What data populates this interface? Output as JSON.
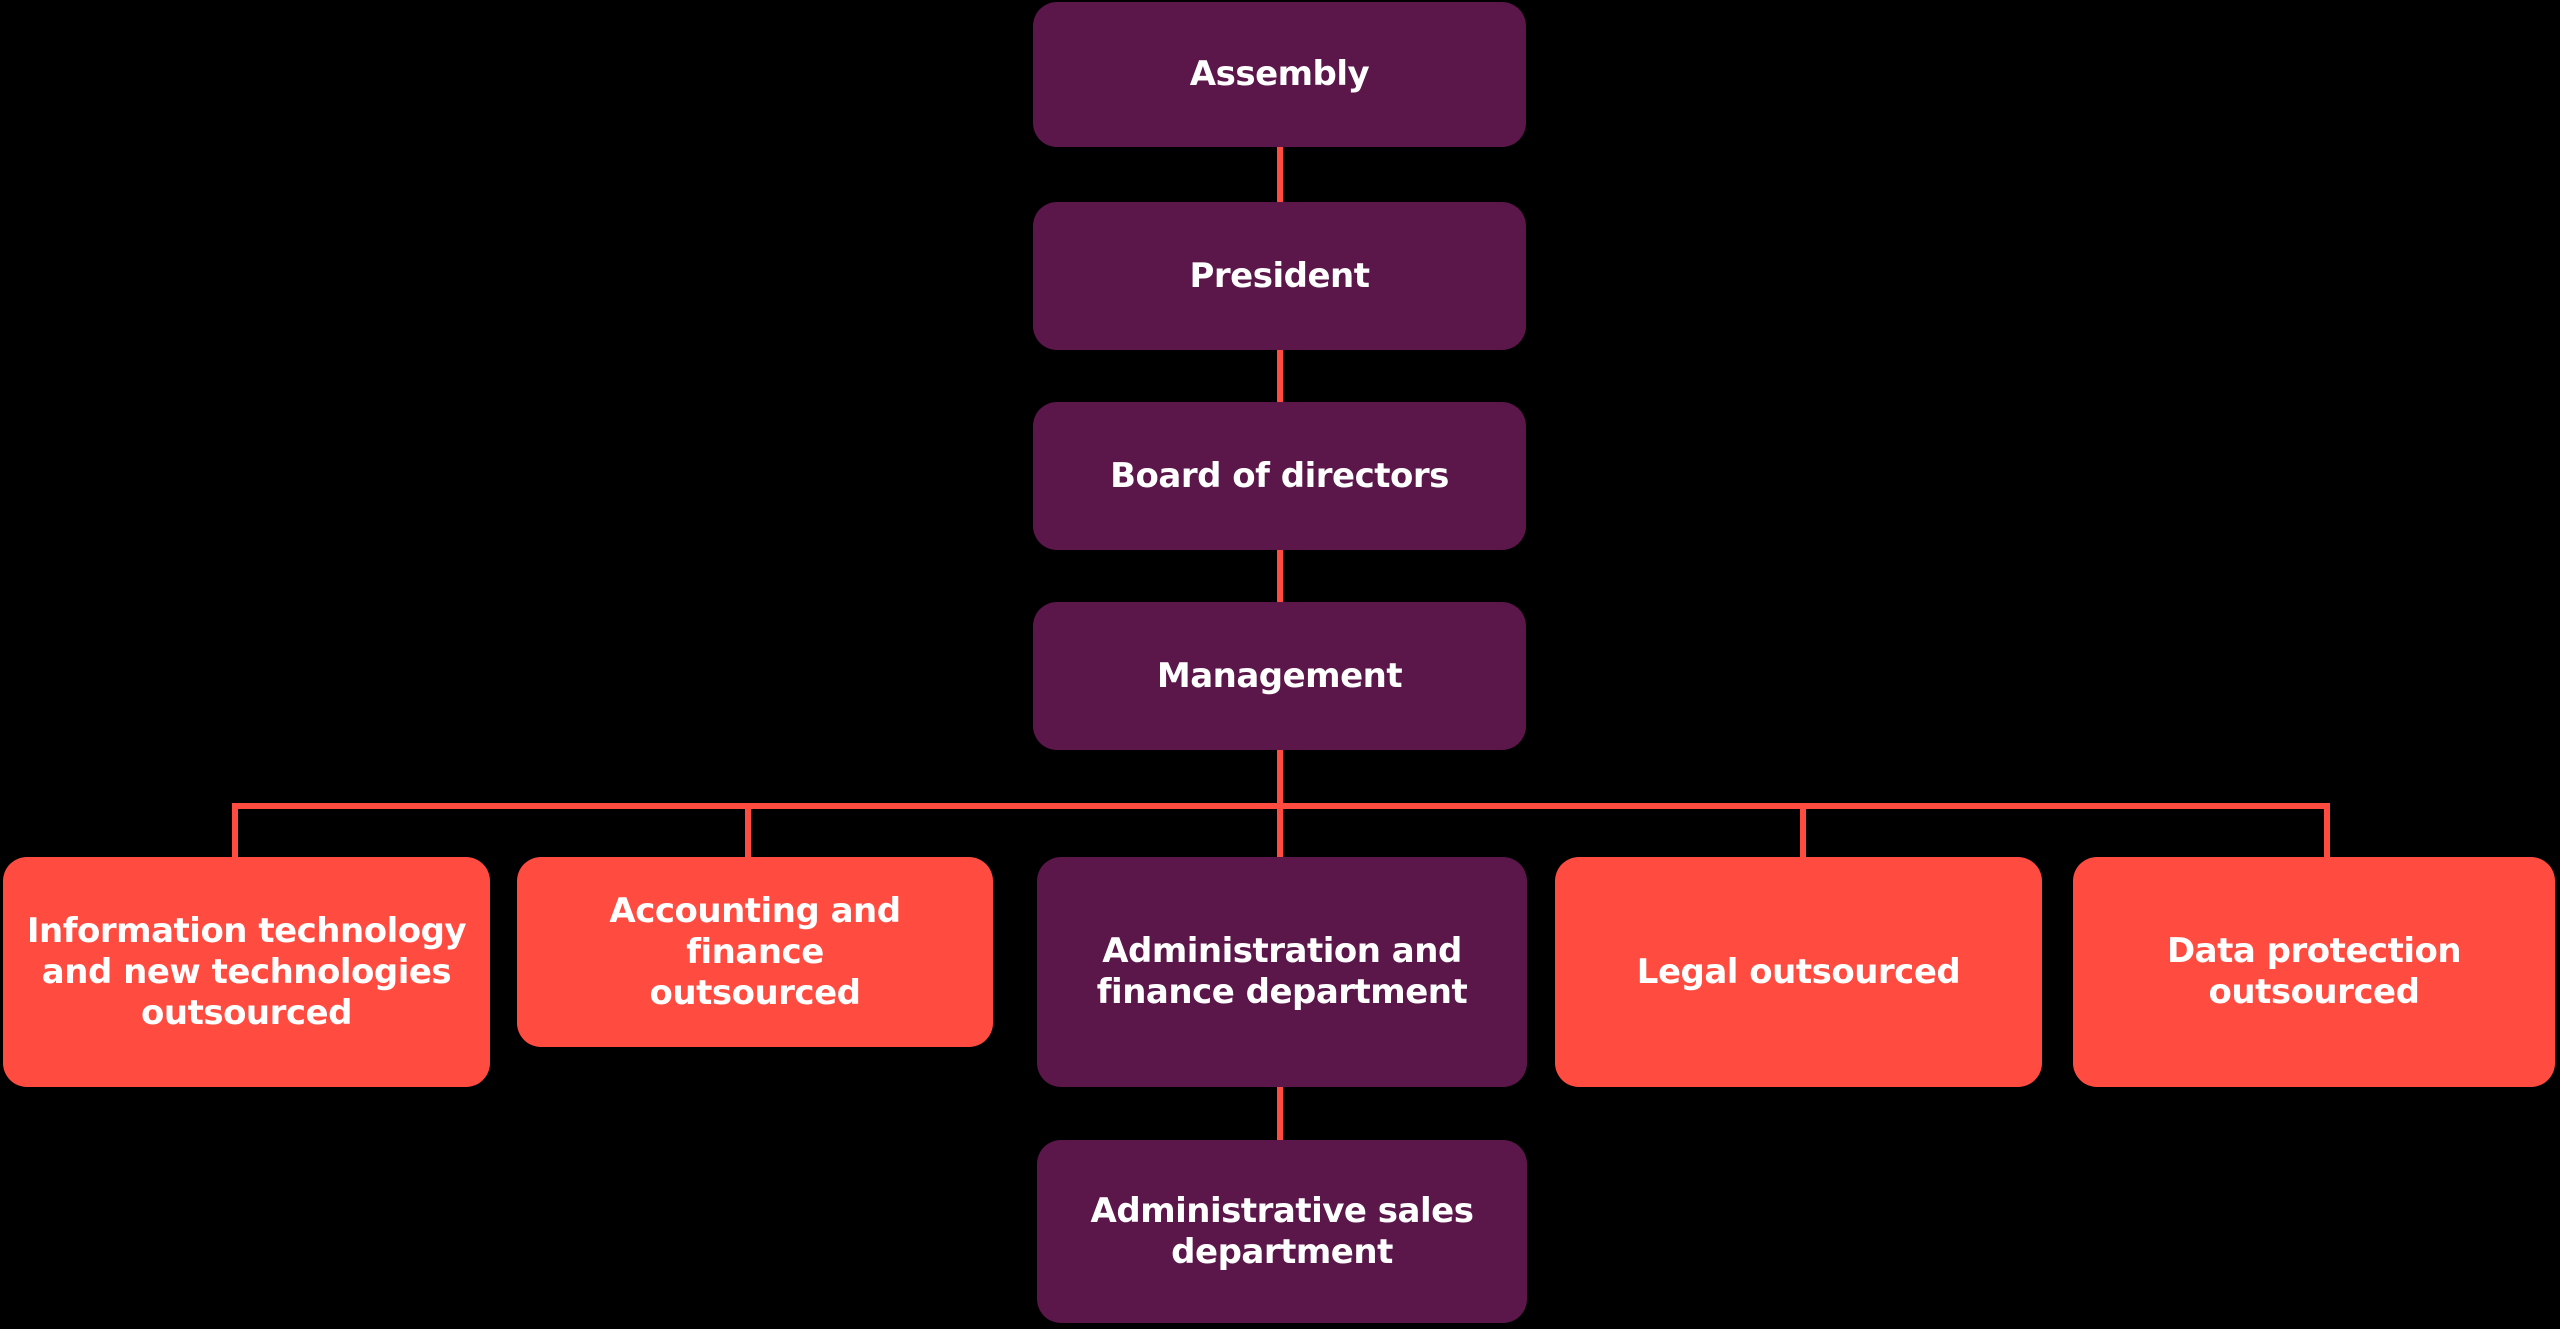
{
  "diagram": {
    "type": "org-chart",
    "colors": {
      "background": "#000000",
      "primary_purple": "#5B164A",
      "accent_orange": "#FF4B40",
      "text": "#FFFFFF"
    },
    "nodes": {
      "assembly": {
        "label": "Assembly",
        "style": "purple"
      },
      "president": {
        "label": "President",
        "style": "purple"
      },
      "board_of_directors": {
        "label": "Board of directors",
        "style": "purple"
      },
      "management": {
        "label": "Management",
        "style": "purple"
      },
      "information_technology": {
        "label": "Information technology\nand new technologies\noutsourced",
        "style": "orange"
      },
      "accounting_finance": {
        "label": "Accounting and finance\noutsourced",
        "style": "orange"
      },
      "administration_finance": {
        "label": "Administration and\nfinance department",
        "style": "purple"
      },
      "legal": {
        "label": "Legal outsourced",
        "style": "orange"
      },
      "data_protection": {
        "label": "Data protection\noutsourced",
        "style": "orange"
      },
      "administrative_sales": {
        "label": "Administrative sales\ndepartment",
        "style": "purple"
      }
    },
    "edges": [
      {
        "from": "assembly",
        "to": "president"
      },
      {
        "from": "president",
        "to": "board_of_directors"
      },
      {
        "from": "board_of_directors",
        "to": "management"
      },
      {
        "from": "management",
        "to": "information_technology"
      },
      {
        "from": "management",
        "to": "accounting_finance"
      },
      {
        "from": "management",
        "to": "administration_finance"
      },
      {
        "from": "management",
        "to": "legal"
      },
      {
        "from": "management",
        "to": "data_protection"
      },
      {
        "from": "administration_finance",
        "to": "administrative_sales"
      }
    ]
  }
}
